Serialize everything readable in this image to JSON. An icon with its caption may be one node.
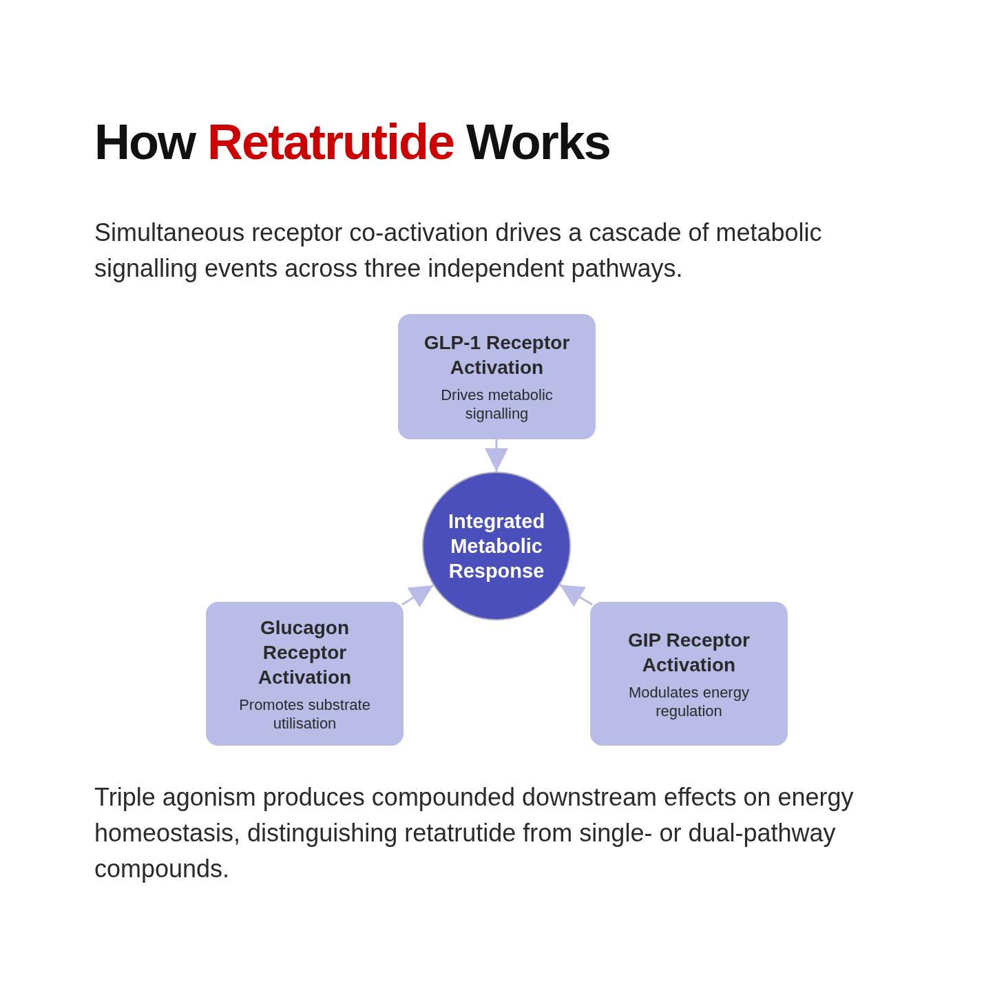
{
  "diagram": {
    "title": "How **Retatrutide** Works",
    "nodes": [
      {
        "text": [
          "GLP-1 Receptor Activation",
          "Drives metabolic signalling"
        ]
      },
      {
        "text": [
          "Integrated Metabolic Response"
        ]
      },
      {
        "text": [
          "Glucagon Receptor Activation",
          "Promotes substrate utilisation"
        ]
      },
      {
        "text": [
          "GIP Receptor Activation",
          "Modulates energy regulation"
        ]
      }
    ],
    "edges": [
      {
        "from": 0,
        "to": 1,
        "arrow": "to"
      },
      {
        "from": 2,
        "to": 1,
        "arrow": "to"
      },
      {
        "from": 3,
        "to": 1,
        "arrow": "to"
      }
    ],
    "labels": [
      "Simultaneous receptor co-activation drives a cascade of metabolic signalling events across three independent pathways."
    ],
    "caption": "Triple agonism produces compounded downstream effects on energy homeostasis, distinguishing retatrutide from single- or dual-pathway compounds."
  }
}
